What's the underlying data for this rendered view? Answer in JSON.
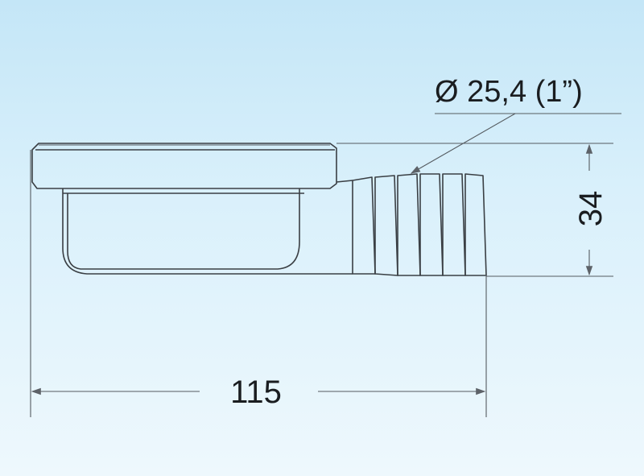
{
  "dimensions": {
    "diameter_label": "Ø 25,4 (1”)",
    "height_label": "34",
    "length_label": "115"
  },
  "colors": {
    "background_top": "#c4e6f7",
    "background_bottom": "#eef8fd",
    "line": "#3a3f44"
  }
}
